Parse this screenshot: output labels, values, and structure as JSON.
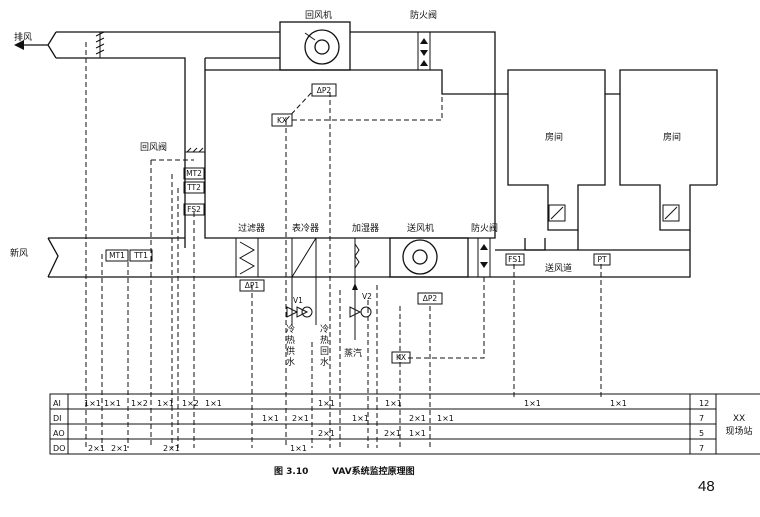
{
  "labels": {
    "exhaust_air": "排风",
    "return_fan": "回风机",
    "fire_damper_top": "防火阀",
    "return_damper": "回风阀",
    "fresh_air": "新风",
    "filter": "过滤器",
    "cooler": "表冷器",
    "humidifier": "加湿器",
    "supply_fan": "送风机",
    "fire_damper_bottom": "防火阀",
    "supply_duct": "送风道",
    "room_1": "房间",
    "room_2": "房间",
    "chilled_supply": "冷热供水",
    "chilled_return": "冷热回水",
    "steam": "蒸汽",
    "valve_1": "V1",
    "valve_2": "V2"
  },
  "tags": {
    "dp2_top": "ΔP2",
    "kx_top": "KX",
    "mt2": "MT2",
    "tt2": "TT2",
    "fs2": "FS2",
    "mt1": "MT1",
    "tt1": "TT1",
    "dp1": "ΔP1",
    "dp2_bottom": "ΔP2",
    "kx_bottom": "KX",
    "fs1": "FS1",
    "pt": "PT"
  },
  "table": {
    "rows": [
      {
        "name": "AI",
        "count": "12",
        "cells": [
          "1×1",
          "1×1",
          "1×2",
          "1×1",
          "1×2",
          "1×1",
          "1×1",
          "1×1",
          "1×1",
          "1×1"
        ]
      },
      {
        "name": "DI",
        "count": "7",
        "cells": [
          "1×1",
          "2×1",
          "1×1",
          "2×1",
          "1×1"
        ]
      },
      {
        "name": "AO",
        "count": "5",
        "cells": [
          "2×1",
          "2×1",
          "1×1"
        ]
      },
      {
        "name": "DO",
        "count": "7",
        "cells": [
          "2×1",
          "2×1",
          "2×1",
          "1×1"
        ]
      }
    ],
    "station_code": "XX",
    "station_name": "现场站"
  },
  "caption": {
    "number": "图 3.10",
    "title": "VAV系统监控原理图"
  },
  "page_number": "48"
}
